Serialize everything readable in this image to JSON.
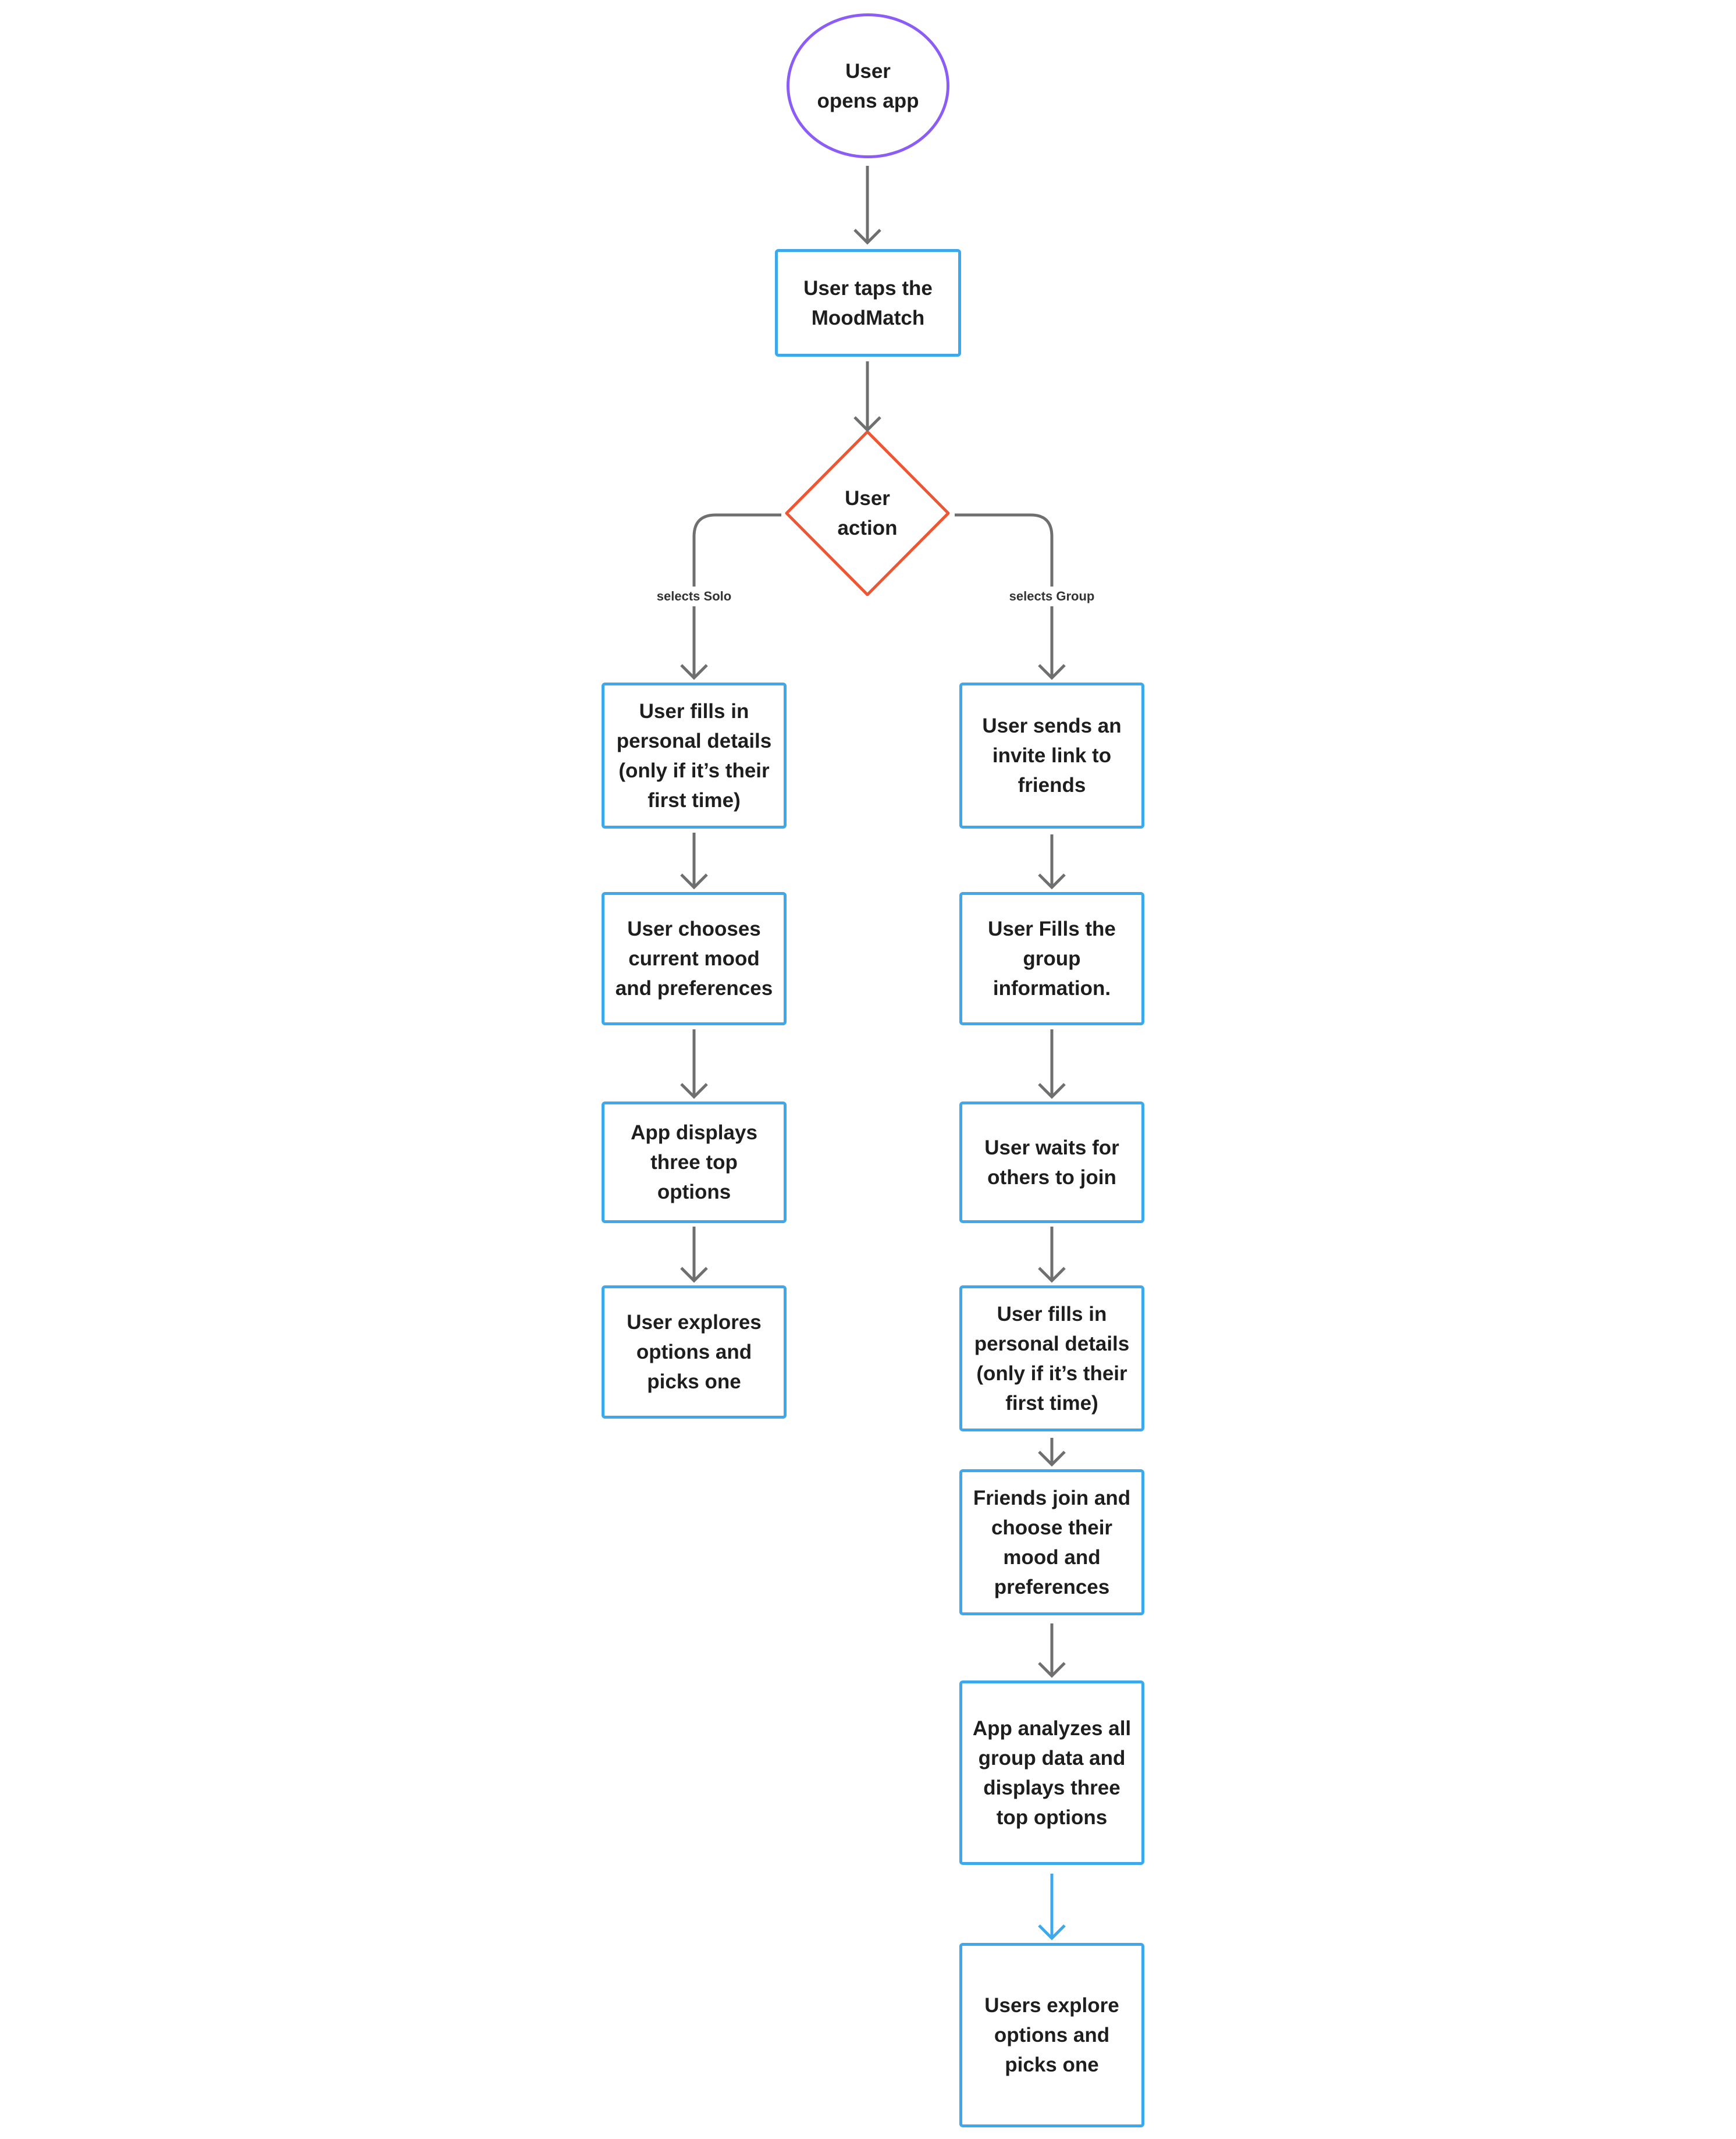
{
  "colors": {
    "start_stroke": "#8b5cf6",
    "process_stroke": "#3ea8ec",
    "decision_stroke": "#ee5533",
    "connector": "#6f6f6f",
    "final_connector": "#3ea8ec"
  },
  "nodes": {
    "start": "User opens app",
    "tap": "User taps the MoodMatch",
    "decision": "User action",
    "solo_1": "User fills in personal details (only if it’s their first time)",
    "solo_2": "User chooses current mood and preferences",
    "solo_3": "App displays three top options",
    "solo_4": "User explores options and picks one",
    "group_1": "User sends an invite link to friends",
    "group_2": "User Fills the group information.",
    "group_3": "User waits for others to join",
    "group_4": "User fills in personal details (only if it’s their first time)",
    "group_5": "Friends join and choose their mood and preferences",
    "group_6": "App analyzes all group data and displays three top options",
    "group_7": "Users explore options and picks one"
  },
  "edge_labels": {
    "solo": "selects Solo",
    "group": "selects Group"
  }
}
